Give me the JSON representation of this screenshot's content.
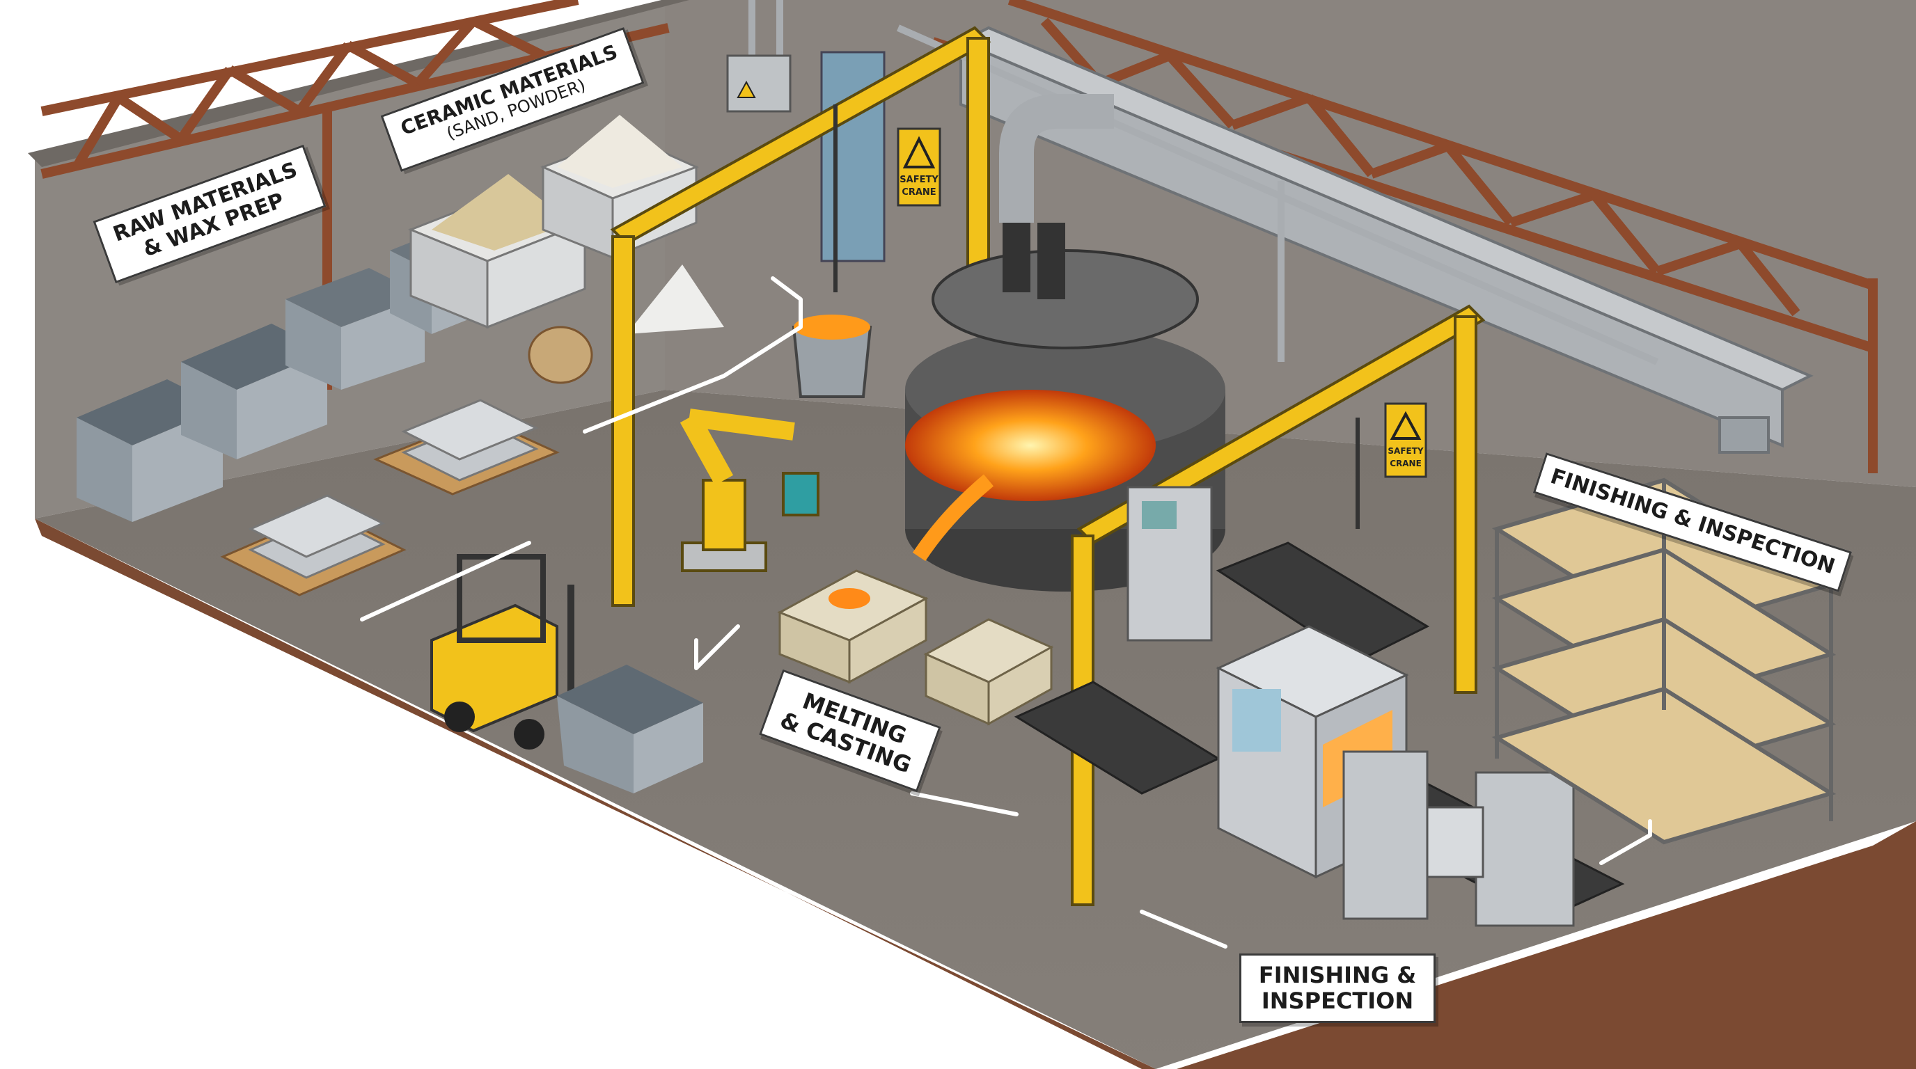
{
  "labels": {
    "raw": {
      "line1": "RAW MATERIALS",
      "line2": "& WAX PREP"
    },
    "ceramic": {
      "line1": "CERAMIC MATERIALS",
      "line2": "(SAND, POWDER)"
    },
    "melting": {
      "line1": "MELTING",
      "line2": "& CASTING"
    },
    "finishing_floor": {
      "line1": "FINISHING &",
      "line2": "INSPECTION"
    },
    "finishing_wall": {
      "line1": "FINISHING & INSPECTION"
    }
  },
  "signs": {
    "crane1": {
      "line1": "SAFETY",
      "line2": "CRANE"
    },
    "crane2": {
      "line1": "SAFETY",
      "line2": "CRANE"
    }
  },
  "colors": {
    "floor": "#7d7771",
    "wall": "#8d8782",
    "crane": "#f2c21b",
    "steel_beam": "#8e4a2c",
    "molten": "#ff8a18",
    "machine": "#c9ccd0"
  }
}
